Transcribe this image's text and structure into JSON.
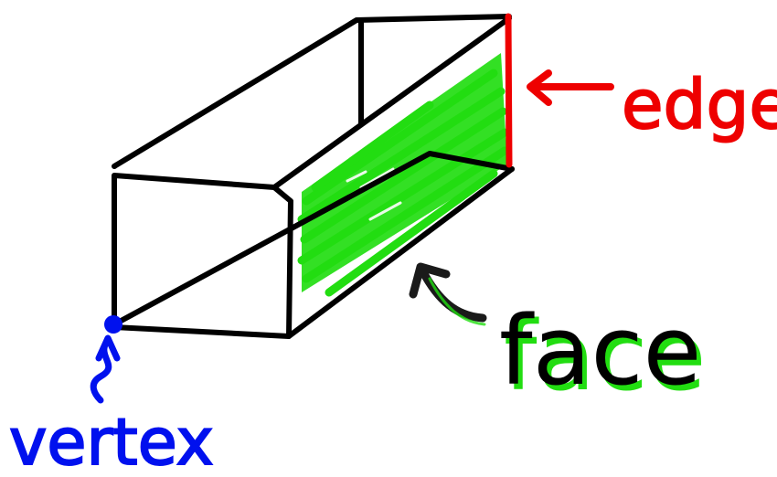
{
  "labels": {
    "edge": "edge",
    "face": "face",
    "vertex": "vertex"
  },
  "colors": {
    "outline": "#000000",
    "edge": "#ee0000",
    "face": "#22dd11",
    "vertex": "#0011ee",
    "background": "#ffffff"
  }
}
